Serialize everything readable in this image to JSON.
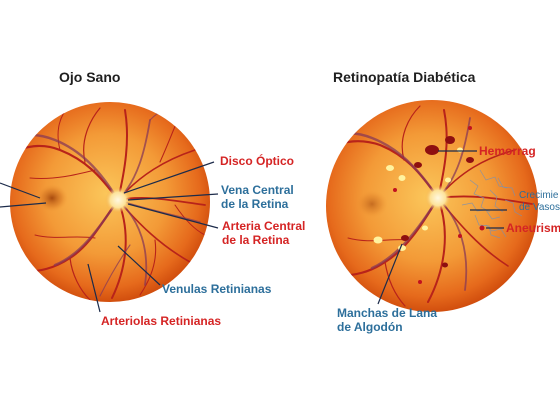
{
  "titles": {
    "left": "Ojo Sano",
    "right": "Retinopatía Diabética"
  },
  "labels": {
    "disco_optico": "Disco Óptico",
    "vena_central": [
      "Vena Central",
      "de la Retina"
    ],
    "arteria_central": [
      "Arteria Central",
      "de la Retina"
    ],
    "venulas": "Venulas Retinianas",
    "arteriolas": "Arteriolas Retinianas",
    "hemorragias": "Hemorrag",
    "crecimiento": [
      "Crecimie",
      "de Vasos"
    ],
    "aneurismas": "Aneurism",
    "manchas": [
      "Manchas de Lana",
      "de Algodón"
    ]
  },
  "colors": {
    "artery_label": "#d52424",
    "vein_label": "#2d6f9b",
    "leader_line": "#1c2b4a",
    "retina_center": "#f6a23f",
    "retina_edge": "#d8530e"
  }
}
